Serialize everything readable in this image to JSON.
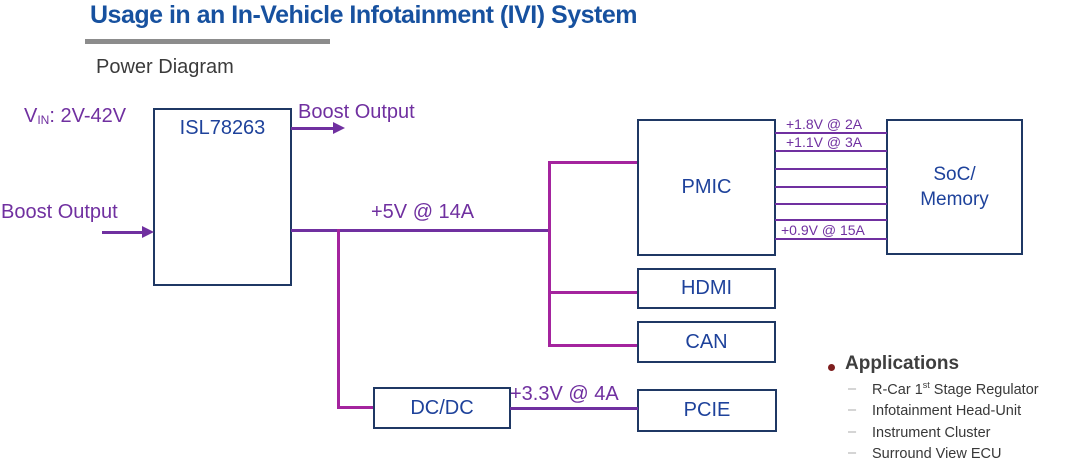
{
  "title": "Usage in an In-Vehicle Infotainment (IVI) System",
  "subtitle": "Power Diagram",
  "colors": {
    "title_blue": "#17519F",
    "box_border": "#1F3864",
    "box_text": "#1E429B",
    "purple": "#7030A0",
    "magenta": "#A4249E",
    "rule_gray": "#8C8C8C",
    "body_text": "#3B3B3B",
    "bullet_red": "#7E1E1E",
    "dash_gray": "#ABABAB"
  },
  "diagram": {
    "vin": {
      "pre": "V",
      "sub": "IN",
      "post": ": 2V-42V"
    },
    "regulator": "ISL78263",
    "boost_output_top": "Boost Output",
    "boost_output_left": "Boost Output",
    "rail_5v": "+5V @ 14A",
    "rail_3v3": "+3.3V @ 4A",
    "blocks": {
      "pmic": "PMIC",
      "hdmi": "HDMI",
      "can": "CAN",
      "pcie": "PCIE",
      "dcdc": "DC/DC",
      "soc_line1": "SoC/",
      "soc_line2": "Memory"
    },
    "soc_rails": [
      "+1.8V @ 2A",
      "+1.1V @ 3A",
      "+0.9V @ 15A"
    ]
  },
  "applications": {
    "header": "Applications",
    "items": [
      {
        "pre": "R-Car 1",
        "sup": "st",
        "post": " Stage Regulator"
      },
      {
        "pre": "Infotainment Head-Unit",
        "sup": "",
        "post": ""
      },
      {
        "pre": "Instrument Cluster",
        "sup": "",
        "post": ""
      },
      {
        "pre": "Surround View ECU",
        "sup": "",
        "post": ""
      }
    ]
  }
}
